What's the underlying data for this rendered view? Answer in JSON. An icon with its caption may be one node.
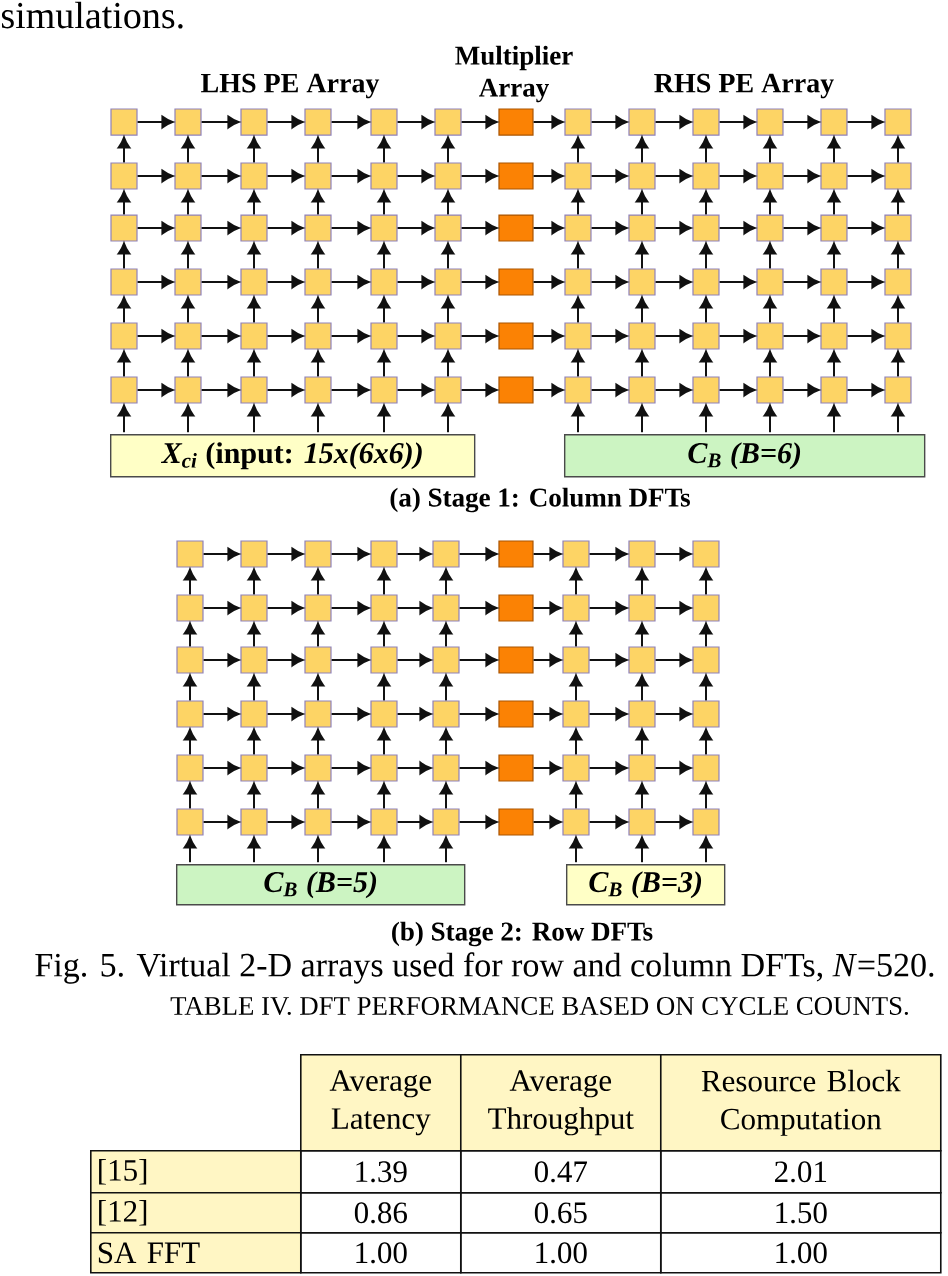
{
  "diagram": {
    "caption": "Fig. 5. Virtual 2-D arrays used for row and column DFTs, *N*=520.",
    "nodes": [
      {
        "text": [],
        "shape": "box"
      },
      {
        "text": [],
        "shape": "box"
      },
      {
        "text": [],
        "shape": "box"
      },
      {
        "text": [],
        "shape": "box"
      },
      {
        "text": [],
        "shape": "box"
      },
      {
        "text": [],
        "shape": "box"
      },
      {
        "text": [],
        "shape": "box"
      },
      {
        "text": [],
        "shape": "box"
      },
      {
        "text": [],
        "shape": "box"
      },
      {
        "text": [],
        "shape": "box"
      },
      {
        "text": [],
        "shape": "box"
      },
      {
        "text": [],
        "shape": "box"
      },
      {
        "text": [],
        "shape": "box"
      },
      {
        "text": [],
        "shape": "box"
      },
      {
        "text": [],
        "shape": "box"
      },
      {
        "text": [],
        "shape": "box"
      },
      {
        "text": [],
        "shape": "box"
      },
      {
        "text": [],
        "shape": "box"
      },
      {
        "text": [],
        "shape": "box"
      },
      {
        "text": [],
        "shape": "box"
      },
      {
        "text": [],
        "shape": "box"
      },
      {
        "text": [],
        "shape": "box"
      },
      {
        "text": [],
        "shape": "box"
      },
      {
        "text": [],
        "shape": "box"
      },
      {
        "text": [],
        "shape": "box"
      },
      {
        "text": [],
        "shape": "box"
      },
      {
        "text": [],
        "shape": "box"
      },
      {
        "text": [],
        "shape": "box"
      },
      {
        "text": [],
        "shape": "box"
      },
      {
        "text": [],
        "shape": "box"
      },
      {
        "text": [],
        "shape": "box"
      },
      {
        "text": [],
        "shape": "box"
      },
      {
        "text": [],
        "shape": "box"
      },
      {
        "text": [],
        "shape": "box"
      },
      {
        "text": [],
        "shape": "box"
      },
      {
        "text": [],
        "shape": "box"
      },
      {
        "text": [],
        "shape": "box"
      },
      {
        "text": [],
        "shape": "box"
      },
      {
        "text": [],
        "shape": "box"
      },
      {
        "text": [],
        "shape": "box"
      },
      {
        "text": [],
        "shape": "box"
      },
      {
        "text": [],
        "shape": "box"
      },
      {
        "text": [],
        "shape": "box"
      },
      {
        "text": [],
        "shape": "box"
      },
      {
        "text": [],
        "shape": "box"
      },
      {
        "text": [],
        "shape": "box"
      },
      {
        "text": [],
        "shape": "box"
      },
      {
        "text": [],
        "shape": "box"
      },
      {
        "text": [],
        "shape": "box"
      },
      {
        "text": [],
        "shape": "box"
      },
      {
        "text": [],
        "shape": "box"
      },
      {
        "text": [],
        "shape": "box"
      },
      {
        "text": [],
        "shape": "box"
      },
      {
        "text": [],
        "shape": "box"
      },
      {
        "text": [],
        "shape": "box"
      },
      {
        "text": [],
        "shape": "box"
      },
      {
        "text": [],
        "shape": "box"
      },
      {
        "text": [],
        "shape": "box"
      },
      {
        "text": [],
        "shape": "box"
      },
      {
        "text": [],
        "shape": "box"
      },
      {
        "text": [],
        "shape": "box"
      },
      {
        "text": [],
        "shape": "box"
      },
      {
        "text": [],
        "shape": "box"
      },
      {
        "text": [],
        "shape": "box"
      },
      {
        "text": [],
        "shape": "box"
      },
      {
        "text": [],
        "shape": "box"
      },
      {
        "text": [],
        "shape": "box"
      },
      {
        "text": [],
        "shape": "box"
      },
      {
        "text": [],
        "shape": "box"
      },
      {
        "text": [],
        "shape": "box"
      },
      {
        "text": [],
        "shape": "box"
      },
      {
        "text": [],
        "shape": "box"
      },
      {
        "text": [],
        "shape": "box"
      },
      {
        "text": [],
        "shape": "box"
      },
      {
        "text": [],
        "shape": "box"
      },
      {
        "text": [],
        "shape": "box"
      },
      {
        "text": [],
        "shape": "box"
      },
      {
        "text": [],
        "shape": "box"
      },
      {
        "text": [
          "*X$_{ci}$* (input: *15x(6x6))*"
        ]
      },
      {
        "text": [
          "C$_{B}$ (B=6)"
        ]
      },
      {
        "text": [],
        "shape": "box"
      },
      {
        "text": [],
        "shape": "box"
      },
      {
        "text": [],
        "shape": "box"
      },
      {
        "text": [],
        "shape": "box"
      },
      {
        "text": [],
        "shape": "box"
      },
      {
        "text": [],
        "shape": "box"
      },
      {
        "text": [],
        "shape": "box"
      },
      {
        "text": [],
        "shape": "box"
      },
      {
        "text": [],
        "shape": "box"
      },
      {
        "text": [],
        "shape": "box"
      },
      {
        "text": [],
        "shape": "box"
      },
      {
        "text": [],
        "shape": "box"
      },
      {
        "text": [],
        "shape": "box"
      },
      {
        "text": [],
        "shape": "box"
      },
      {
        "text": [],
        "shape": "box"
      },
      {
        "text": [],
        "shape": "box"
      },
      {
        "text": [],
        "shape": "box"
      },
      {
        "text": [],
        "shape": "box"
      },
      {
        "text": [],
        "shape": "box"
      },
      {
        "text": [],
        "shape": "box"
      },
      {
        "text": [],
        "shape": "box"
      },
      {
        "text": [],
        "shape": "box"
      },
      {
        "text": [],
        "shape": "box"
      },
      {
        "text": [],
        "shape": "box"
      },
      {
        "text": [],
        "shape": "box"
      },
      {
        "text": [],
        "shape": "box"
      },
      {
        "text": [],
        "shape": "box"
      },
      {
        "text": [],
        "shape": "box"
      },
      {
        "text": [],
        "shape": "box"
      },
      {
        "text": [],
        "shape": "box"
      },
      {
        "text": [],
        "shape": "box"
      },
      {
        "text": [],
        "shape": "box"
      },
      {
        "text": [],
        "shape": "box"
      },
      {
        "text": [],
        "shape": "box"
      },
      {
        "text": [],
        "shape": "box"
      },
      {
        "text": [],
        "shape": "box"
      },
      {
        "text": [],
        "shape": "box"
      },
      {
        "text": [],
        "shape": "box"
      },
      {
        "text": [],
        "shape": "box"
      },
      {
        "text": [],
        "shape": "box"
      },
      {
        "text": [],
        "shape": "box"
      },
      {
        "text": [],
        "shape": "box"
      },
      {
        "text": [],
        "shape": "box"
      },
      {
        "text": [],
        "shape": "box"
      },
      {
        "text": [],
        "shape": "box"
      },
      {
        "text": [],
        "shape": "box"
      },
      {
        "text": [],
        "shape": "box"
      },
      {
        "text": [],
        "shape": "box"
      },
      {
        "text": [],
        "shape": "box"
      },
      {
        "text": [],
        "shape": "box"
      },
      {
        "text": [],
        "shape": "box"
      },
      {
        "text": [],
        "shape": "box"
      },
      {
        "text": [],
        "shape": "box"
      },
      {
        "text": [],
        "shape": "box"
      },
      {
        "text": [
          "C$_{B}$ (B=5)"
        ]
      },
      {
        "text": [
          "C$_{B}$ (B=3)"
        ]
      }
    ],
    "edges": [
      {
        "from": 0,
        "to": 1,
        "arrow": "to"
      },
      {
        "from": 1,
        "to": 2,
        "arrow": "to"
      },
      {
        "from": 2,
        "to": 3,
        "arrow": "to"
      },
      {
        "from": 3,
        "to": 4,
        "arrow": "to"
      },
      {
        "from": 4,
        "to": 5,
        "arrow": "to"
      },
      {
        "from": 5,
        "to": 6,
        "arrow": "to"
      },
      {
        "from": 6,
        "to": 7,
        "arrow": "to"
      },
      {
        "from": 7,
        "to": 8,
        "arrow": "to"
      },
      {
        "from": 8,
        "to": 9,
        "arrow": "to"
      },
      {
        "from": 9,
        "to": 10,
        "arrow": "to"
      },
      {
        "from": 10,
        "to": 11,
        "arrow": "to"
      },
      {
        "from": 11,
        "to": 12,
        "arrow": "to"
      },
      {
        "from": 13,
        "to": 14,
        "arrow": "to"
      },
      {
        "from": 14,
        "to": 15,
        "arrow": "to"
      },
      {
        "from": 15,
        "to": 16,
        "arrow": "to"
      },
      {
        "from": 16,
        "to": 17,
        "arrow": "to"
      },
      {
        "from": 17,
        "to": 18,
        "arrow": "to"
      },
      {
        "from": 18,
        "to": 19,
        "arrow": "to"
      },
      {
        "from": 19,
        "to": 20,
        "arrow": "to"
      },
      {
        "from": 20,
        "to": 21,
        "arrow": "to"
      },
      {
        "from": 21,
        "to": 22,
        "arrow": "to"
      },
      {
        "from": 22,
        "to": 23,
        "arrow": "to"
      },
      {
        "from": 23,
        "to": 24,
        "arrow": "to"
      },
      {
        "from": 24,
        "to": 25,
        "arrow": "to"
      },
      {
        "from": 26,
        "to": 27,
        "arrow": "to"
      },
      {
        "from": 27,
        "to": 28,
        "arrow": "to"
      },
      {
        "from": 28,
        "to": 29,
        "arrow": "to"
      },
      {
        "from": 29,
        "to": 30,
        "arrow": "to"
      },
      {
        "from": 30,
        "to": 31,
        "arrow": "to"
      },
      {
        "from": 31,
        "to": 32,
        "arrow": "to"
      },
      {
        "from": 32,
        "to": 33,
        "arrow": "to"
      },
      {
        "from": 33,
        "to": 34,
        "arrow": "to"
      },
      {
        "from": 34,
        "to": 35,
        "arrow": "to"
      },
      {
        "from": 35,
        "to": 36,
        "arrow": "to"
      },
      {
        "from": 36,
        "to": 37,
        "arrow": "to"
      },
      {
        "from": 37,
        "to": 38,
        "arrow": "to"
      },
      {
        "from": 39,
        "to": 40,
        "arrow": "to"
      },
      {
        "from": 40,
        "to": 41,
        "arrow": "to"
      },
      {
        "from": 41,
        "to": 42,
        "arrow": "to"
      },
      {
        "from": 42,
        "to": 43,
        "arrow": "to"
      },
      {
        "from": 43,
        "to": 44,
        "arrow": "to"
      },
      {
        "from": 44,
        "to": 45,
        "arrow": "to"
      },
      {
        "from": 45,
        "to": 46,
        "arrow": "to"
      },
      {
        "from": 46,
        "to": 47,
        "arrow": "to"
      },
      {
        "from": 47,
        "to": 48,
        "arrow": "to"
      },
      {
        "from": 48,
        "to": 49,
        "arrow": "to"
      },
      {
        "from": 49,
        "to": 50,
        "arrow": "to"
      },
      {
        "from": 50,
        "to": 51,
        "arrow": "to"
      },
      {
        "from": 52,
        "to": 53,
        "arrow": "to"
      },
      {
        "from": 53,
        "to": 54,
        "arrow": "to"
      },
      {
        "from": 54,
        "to": 55,
        "arrow": "to"
      },
      {
        "from": 55,
        "to": 56,
        "arrow": "to"
      },
      {
        "from": 56,
        "to": 57,
        "arrow": "to"
      },
      {
        "from": 57,
        "to": 58,
        "arrow": "to"
      },
      {
        "from": 58,
        "to": 59,
        "arrow": "to"
      },
      {
        "from": 59,
        "to": 60,
        "arrow": "to"
      },
      {
        "from": 60,
        "to": 61,
        "arrow": "to"
      },
      {
        "from": 61,
        "to": 62,
        "arrow": "to"
      },
      {
        "from": 62,
        "to": 63,
        "arrow": "to"
      },
      {
        "from": 63,
        "to": 64,
        "arrow": "to"
      },
      {
        "from": 65,
        "to": 66,
        "arrow": "to"
      },
      {
        "from": 66,
        "to": 67,
        "arrow": "to"
      },
      {
        "from": 67,
        "to": 68,
        "arrow": "to"
      },
      {
        "from": 68,
        "to": 69,
        "arrow": "to"
      },
      {
        "from": 69,
        "to": 70,
        "arrow": "to"
      },
      {
        "from": 70,
        "to": 71,
        "arrow": "to"
      },
      {
        "from": 71,
        "to": 72,
        "arrow": "to"
      },
      {
        "from": 72,
        "to": 73,
        "arrow": "to"
      },
      {
        "from": 73,
        "to": 74,
        "arrow": "to"
      },
      {
        "from": 74,
        "to": 75,
        "arrow": "to"
      },
      {
        "from": 75,
        "to": 76,
        "arrow": "to"
      },
      {
        "from": 76,
        "to": 77,
        "arrow": "to"
      },
      {
        "from": 13,
        "to": 0,
        "arrow": "to"
      },
      {
        "from": 14,
        "to": 1,
        "arrow": "to"
      },
      {
        "from": 15,
        "to": 2,
        "arrow": "to"
      },
      {
        "from": 16,
        "to": 3,
        "arrow": "to"
      },
      {
        "from": 17,
        "to": 4,
        "arrow": "to"
      },
      {
        "from": 18,
        "to": 5,
        "arrow": "to"
      },
      {
        "from": 20,
        "to": 7,
        "arrow": "to"
      },
      {
        "from": 21,
        "to": 8,
        "arrow": "to"
      },
      {
        "from": 22,
        "to": 9,
        "arrow": "to"
      },
      {
        "from": 23,
        "to": 10,
        "arrow": "to"
      },
      {
        "from": 24,
        "to": 11,
        "arrow": "to"
      },
      {
        "from": 25,
        "to": 12,
        "arrow": "to"
      },
      {
        "from": 26,
        "to": 13,
        "arrow": "to"
      },
      {
        "from": 27,
        "to": 14,
        "arrow": "to"
      },
      {
        "from": 28,
        "to": 15,
        "arrow": "to"
      },
      {
        "from": 29,
        "to": 16,
        "arrow": "to"
      },
      {
        "from": 30,
        "to": 17,
        "arrow": "to"
      },
      {
        "from": 31,
        "to": 18,
        "arrow": "to"
      },
      {
        "from": 33,
        "to": 20,
        "arrow": "to"
      },
      {
        "from": 34,
        "to": 21,
        "arrow": "to"
      },
      {
        "from": 35,
        "to": 22,
        "arrow": "to"
      },
      {
        "from": 36,
        "to": 23,
        "arrow": "to"
      },
      {
        "from": 37,
        "to": 24,
        "arrow": "to"
      },
      {
        "from": 38,
        "to": 25,
        "arrow": "to"
      },
      {
        "from": 39,
        "to": 26,
        "arrow": "to"
      },
      {
        "from": 40,
        "to": 27,
        "arrow": "to"
      },
      {
        "from": 41,
        "to": 28,
        "arrow": "to"
      },
      {
        "from": 42,
        "to": 29,
        "arrow": "to"
      },
      {
        "from": 43,
        "to": 30,
        "arrow": "to"
      },
      {
        "from": 44,
        "to": 31,
        "arrow": "to"
      },
      {
        "from": 46,
        "to": 33,
        "arrow": "to"
      },
      {
        "from": 47,
        "to": 34,
        "arrow": "to"
      },
      {
        "from": 48,
        "to": 35,
        "arrow": "to"
      },
      {
        "from": 49,
        "to": 36,
        "arrow": "to"
      },
      {
        "from": 50,
        "to": 37,
        "arrow": "to"
      },
      {
        "from": 51,
        "to": 38,
        "arrow": "to"
      },
      {
        "from": 52,
        "to": 39,
        "arrow": "to"
      },
      {
        "from": 53,
        "to": 40,
        "arrow": "to"
      },
      {
        "from": 54,
        "to": 41,
        "arrow": "to"
      },
      {
        "from": 55,
        "to": 42,
        "arrow": "to"
      },
      {
        "from": 56,
        "to": 43,
        "arrow": "to"
      },
      {
        "from": 57,
        "to": 44,
        "arrow": "to"
      },
      {
        "from": 59,
        "to": 46,
        "arrow": "to"
      },
      {
        "from": 60,
        "to": 47,
        "arrow": "to"
      },
      {
        "from": 61,
        "to": 48,
        "arrow": "to"
      },
      {
        "from": 62,
        "to": 49,
        "arrow": "to"
      },
      {
        "from": 63,
        "to": 50,
        "arrow": "to"
      },
      {
        "from": 64,
        "to": 51,
        "arrow": "to"
      },
      {
        "from": 65,
        "to": 52,
        "arrow": "to"
      },
      {
        "from": 66,
        "to": 53,
        "arrow": "to"
      },
      {
        "from": 67,
        "to": 54,
        "arrow": "to"
      },
      {
        "from": 68,
        "to": 55,
        "arrow": "to"
      },
      {
        "from": 69,
        "to": 56,
        "arrow": "to"
      },
      {
        "from": 70,
        "to": 57,
        "arrow": "to"
      },
      {
        "from": 72,
        "to": 59,
        "arrow": "to"
      },
      {
        "from": 73,
        "to": 60,
        "arrow": "to"
      },
      {
        "from": 74,
        "to": 61,
        "arrow": "to"
      },
      {
        "from": 75,
        "to": 62,
        "arrow": "to"
      },
      {
        "from": 76,
        "to": 63,
        "arrow": "to"
      },
      {
        "from": 77,
        "to": 64,
        "arrow": "to"
      },
      {
        "from": 78,
        "to": 65,
        "arrow": "to"
      },
      {
        "from": 78,
        "to": 66,
        "arrow": "to"
      },
      {
        "from": 78,
        "to": 67,
        "arrow": "to"
      },
      {
        "from": 78,
        "to": 68,
        "arrow": "to"
      },
      {
        "from": 78,
        "to": 69,
        "arrow": "to"
      },
      {
        "from": 78,
        "to": 70,
        "arrow": "to"
      },
      {
        "from": 79,
        "to": 72,
        "arrow": "to"
      },
      {
        "from": 79,
        "to": 73,
        "arrow": "to"
      },
      {
        "from": 79,
        "to": 74,
        "arrow": "to"
      },
      {
        "from": 79,
        "to": 75,
        "arrow": "to"
      },
      {
        "from": 79,
        "to": 76,
        "arrow": "to"
      },
      {
        "from": 79,
        "to": 77,
        "arrow": "to"
      },
      {
        "from": 80,
        "to": 81,
        "arrow": "to"
      },
      {
        "from": 81,
        "to": 82,
        "arrow": "to"
      },
      {
        "from": 82,
        "to": 83,
        "arrow": "to"
      },
      {
        "from": 83,
        "to": 84,
        "arrow": "to"
      },
      {
        "from": 84,
        "to": 85,
        "arrow": "to"
      },
      {
        "from": 85,
        "to": 86,
        "arrow": "to"
      },
      {
        "from": 86,
        "to": 87,
        "arrow": "to"
      },
      {
        "from": 87,
        "to": 88,
        "arrow": "to"
      },
      {
        "from": 89,
        "to": 90,
        "arrow": "to"
      },
      {
        "from": 90,
        "to": 91,
        "arrow": "to"
      },
      {
        "from": 91,
        "to": 92,
        "arrow": "to"
      },
      {
        "from": 92,
        "to": 93,
        "arrow": "to"
      },
      {
        "from": 93,
        "to": 94,
        "arrow": "to"
      },
      {
        "from": 94,
        "to": 95,
        "arrow": "to"
      },
      {
        "from": 95,
        "to": 96,
        "arrow": "to"
      },
      {
        "from": 96,
        "to": 97,
        "arrow": "to"
      },
      {
        "from": 98,
        "to": 99,
        "arrow": "to"
      },
      {
        "from": 99,
        "to": 100,
        "arrow": "to"
      },
      {
        "from": 100,
        "to": 101,
        "arrow": "to"
      },
      {
        "from": 101,
        "to": 102,
        "arrow": "to"
      },
      {
        "from": 102,
        "to": 103,
        "arrow": "to"
      },
      {
        "from": 103,
        "to": 104,
        "arrow": "to"
      },
      {
        "from": 104,
        "to": 105,
        "arrow": "to"
      },
      {
        "from": 105,
        "to": 106,
        "arrow": "to"
      },
      {
        "from": 107,
        "to": 108,
        "arrow": "to"
      },
      {
        "from": 108,
        "to": 109,
        "arrow": "to"
      },
      {
        "from": 109,
        "to": 110,
        "arrow": "to"
      },
      {
        "from": 110,
        "to": 111,
        "arrow": "to"
      },
      {
        "from": 111,
        "to": 112,
        "arrow": "to"
      },
      {
        "from": 112,
        "to": 113,
        "arrow": "to"
      },
      {
        "from": 113,
        "to": 114,
        "arrow": "to"
      },
      {
        "from": 114,
        "to": 115,
        "arrow": "to"
      },
      {
        "from": 116,
        "to": 117,
        "arrow": "to"
      },
      {
        "from": 117,
        "to": 118,
        "arrow": "to"
      },
      {
        "from": 118,
        "to": 119,
        "arrow": "to"
      },
      {
        "from": 119,
        "to": 120,
        "arrow": "to"
      },
      {
        "from": 120,
        "to": 121,
        "arrow": "to"
      },
      {
        "from": 121,
        "to": 122,
        "arrow": "to"
      },
      {
        "from": 122,
        "to": 123,
        "arrow": "to"
      },
      {
        "from": 123,
        "to": 124,
        "arrow": "to"
      },
      {
        "from": 125,
        "to": 126,
        "arrow": "to"
      },
      {
        "from": 126,
        "to": 127,
        "arrow": "to"
      },
      {
        "from": 127,
        "to": 128,
        "arrow": "to"
      },
      {
        "from": 128,
        "to": 129,
        "arrow": "to"
      },
      {
        "from": 129,
        "to": 130,
        "arrow": "to"
      },
      {
        "from": 130,
        "to": 131,
        "arrow": "to"
      },
      {
        "from": 131,
        "to": 132,
        "arrow": "to"
      },
      {
        "from": 132,
        "to": 133,
        "arrow": "to"
      },
      {
        "from": 89,
        "to": 80,
        "arrow": "to"
      },
      {
        "from": 90,
        "to": 81,
        "arrow": "to"
      },
      {
        "from": 91,
        "to": 82,
        "arrow": "to"
      },
      {
        "from": 92,
        "to": 83,
        "arrow": "to"
      },
      {
        "from": 93,
        "to": 84,
        "arrow": "to"
      },
      {
        "from": 95,
        "to": 86,
        "arrow": "to"
      },
      {
        "from": 96,
        "to": 87,
        "arrow": "to"
      },
      {
        "from": 97,
        "to": 88,
        "arrow": "to"
      },
      {
        "from": 98,
        "to": 89,
        "arrow": "to"
      },
      {
        "from": 99,
        "to": 90,
        "arrow": "to"
      },
      {
        "from": 100,
        "to": 91,
        "arrow": "to"
      },
      {
        "from": 101,
        "to": 92,
        "arrow": "to"
      },
      {
        "from": 102,
        "to": 93,
        "arrow": "to"
      },
      {
        "from": 104,
        "to": 95,
        "arrow": "to"
      },
      {
        "from": 105,
        "to": 96,
        "arrow": "to"
      },
      {
        "from": 106,
        "to": 97,
        "arrow": "to"
      },
      {
        "from": 107,
        "to": 98,
        "arrow": "to"
      },
      {
        "from": 108,
        "to": 99,
        "arrow": "to"
      },
      {
        "from": 109,
        "to": 100,
        "arrow": "to"
      },
      {
        "from": 110,
        "to": 101,
        "arrow": "to"
      },
      {
        "from": 111,
        "to": 102,
        "arrow": "to"
      },
      {
        "from": 113,
        "to": 104,
        "arrow": "to"
      },
      {
        "from": 114,
        "to": 105,
        "arrow": "to"
      },
      {
        "from": 115,
        "to": 106,
        "arrow": "to"
      },
      {
        "from": 116,
        "to": 107,
        "arrow": "to"
      },
      {
        "from": 117,
        "to": 108,
        "arrow": "to"
      },
      {
        "from": 118,
        "to": 109,
        "arrow": "to"
      },
      {
        "from": 119,
        "to": 110,
        "arrow": "to"
      },
      {
        "from": 120,
        "to": 111,
        "arrow": "to"
      },
      {
        "from": 122,
        "to": 113,
        "arrow": "to"
      },
      {
        "from": 123,
        "to": 114,
        "arrow": "to"
      },
      {
        "from": 124,
        "to": 115,
        "arrow": "to"
      },
      {
        "from": 125,
        "to": 116,
        "arrow": "to"
      },
      {
        "from": 126,
        "to": 117,
        "arrow": "to"
      },
      {
        "from": 127,
        "to": 118,
        "arrow": "to"
      },
      {
        "from": 128,
        "to": 119,
        "arrow": "to"
      },
      {
        "from": 129,
        "to": 120,
        "arrow": "to"
      },
      {
        "from": 131,
        "to": 122,
        "arrow": "to"
      },
      {
        "from": 132,
        "to": 123,
        "arrow": "to"
      },
      {
        "from": 133,
        "to": 124,
        "arrow": "to"
      },
      {
        "from": 134,
        "to": 125,
        "arrow": "to"
      },
      {
        "from": 134,
        "to": 126,
        "arrow": "to"
      },
      {
        "from": 134,
        "to": 127,
        "arrow": "to"
      },
      {
        "from": 134,
        "to": 128,
        "arrow": "to"
      },
      {
        "from": 134,
        "to": 129,
        "arrow": "to"
      },
      {
        "from": 135,
        "to": 131,
        "arrow": "to"
      },
      {
        "from": 135,
        "to": 132,
        "arrow": "to"
      },
      {
        "from": 135,
        "to": 133,
        "arrow": "to"
      }
    ],
    "labels": [
      "simulations.",
      "LHS PE Array",
      "Multiplier Array",
      "RHS PE Array",
      "(a) Stage 1: Column DFTs",
      "(b) Stage 2: Row DFTs",
      "TABLE IV. DFT PERFORMANCE BASED ON CYCLE COUNTS.",
      "Average Latency",
      "Average Throughput",
      "Resource Block Computation",
      "[15]",
      "1.39",
      "0.47",
      "2.01",
      "[12]",
      "0.86",
      "0.65",
      "1.50",
      "SA FFT",
      "1.00",
      "1.00",
      "1.00"
    ]
  }
}
